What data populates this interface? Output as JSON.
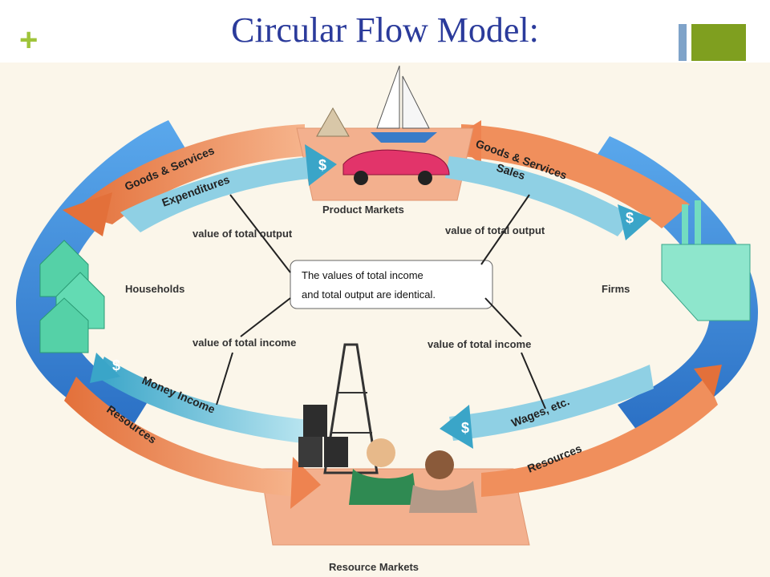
{
  "title": "Circular Flow Model:",
  "header_decor": {
    "plus": "+",
    "accent_green": "#9fc43a",
    "accent_blue": "#7fa3c9",
    "accent_olive": "#7f9f1f"
  },
  "nodes": {
    "households": "Households",
    "firms": "Firms",
    "product_markets": "Product Markets",
    "resource_markets": "Resource Markets"
  },
  "flows": {
    "goods_services_left": "Goods & Services",
    "goods_services_right": "Goods & Services",
    "expenditures": "Expenditures",
    "sales": "Sales",
    "money_income": "Money Income",
    "wages": "Wages, etc.",
    "resources_left": "Resources",
    "resources_right": "Resources",
    "dollar_sign": "$"
  },
  "annotations": {
    "value_output_left": "value of total output",
    "value_output_right": "value of total output",
    "value_income_left": "value of total income",
    "value_income_right": "value of total income",
    "center_line1": "The values of total income",
    "center_line2": "and total output are identical."
  },
  "colors": {
    "ring_blue": "#3d86d6",
    "money_blue": "#9dd4e6",
    "goods_orange": "#ee8d55",
    "market_salmon": "#f3b08e"
  }
}
